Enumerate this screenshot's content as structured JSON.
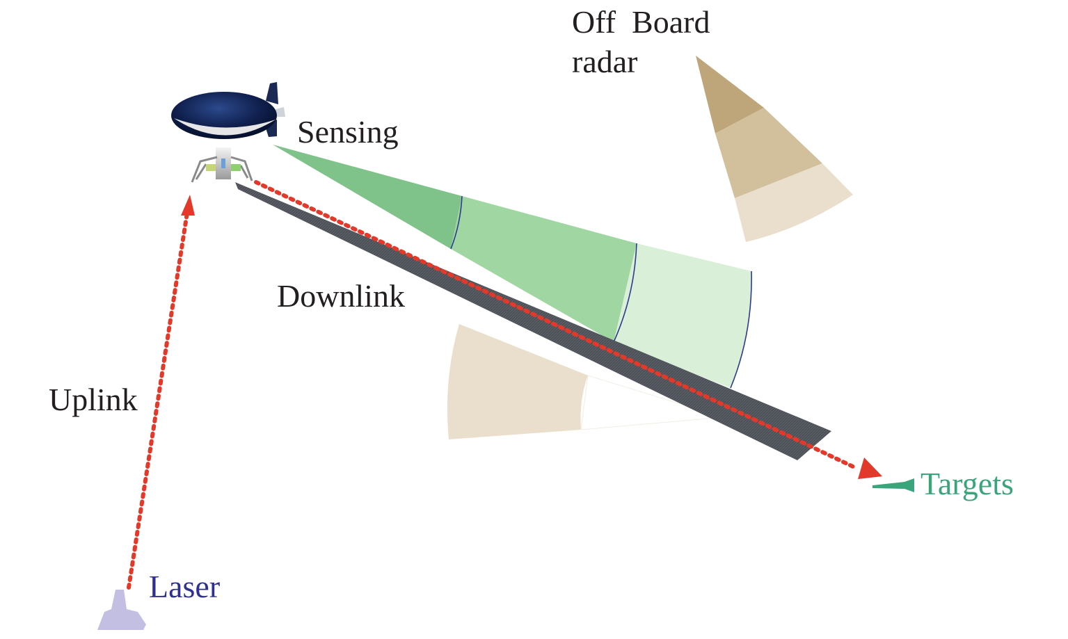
{
  "labels": {
    "off_board_radar_line1": "Off  Board",
    "off_board_radar_line2": "radar",
    "sensing": "Sensing",
    "downlink": "Downlink",
    "uplink": "Uplink",
    "targets": "Targets",
    "laser": "Laser"
  },
  "colors": {
    "text": "#231f20",
    "targets_text": "#3aa57a",
    "laser_text": "#2e3192",
    "sensing_dark": "#7fc28a",
    "sensing_mid": "#9fd6a2",
    "sensing_light": "#d9efd7",
    "radar_dark": "#bfa57a",
    "radar_mid": "#d2c09c",
    "radar_light": "#e9dfcc",
    "downlink_beam": "#55595f",
    "link_dots": "#e2392a",
    "laser_base": "#c3bfe3",
    "arc_line": "#2b3a8f"
  },
  "icons": {
    "airship": "airship-icon",
    "laser": "laser-emitter-icon",
    "target": "target-missile-icon"
  }
}
